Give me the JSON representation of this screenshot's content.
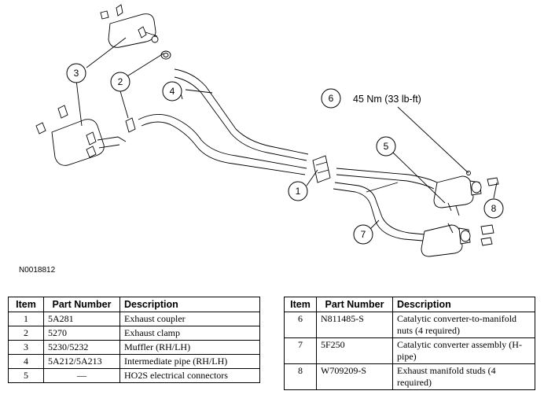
{
  "figure": {
    "id": "N0018812",
    "torque_label": "45 Nm (33 lb-ft)",
    "callouts": [
      "1",
      "2",
      "3",
      "4",
      "5",
      "6",
      "7",
      "8"
    ]
  },
  "table_headers": {
    "item": "Item",
    "part_number": "Part Number",
    "description": "Description"
  },
  "parts_left": [
    {
      "item": "1",
      "part_number": "5A281",
      "description": "Exhaust coupler"
    },
    {
      "item": "2",
      "part_number": "5270",
      "description": "Exhaust clamp"
    },
    {
      "item": "3",
      "part_number": "5230/5232",
      "description": "Muffler (RH/LH)"
    },
    {
      "item": "4",
      "part_number": "5A212/5A213",
      "description": "Intermediate pipe (RH/LH)"
    },
    {
      "item": "5",
      "part_number": "—",
      "description": "HO2S electrical connectors"
    }
  ],
  "parts_right": [
    {
      "item": "6",
      "part_number": "N811485-S",
      "description": "Catalytic converter-to-manifold nuts (4 required)"
    },
    {
      "item": "7",
      "part_number": "5F250",
      "description": "Catalytic converter assembly (H-pipe)"
    },
    {
      "item": "8",
      "part_number": "W709209-S",
      "description": "Exhaust manifold studs (4 required)"
    }
  ]
}
